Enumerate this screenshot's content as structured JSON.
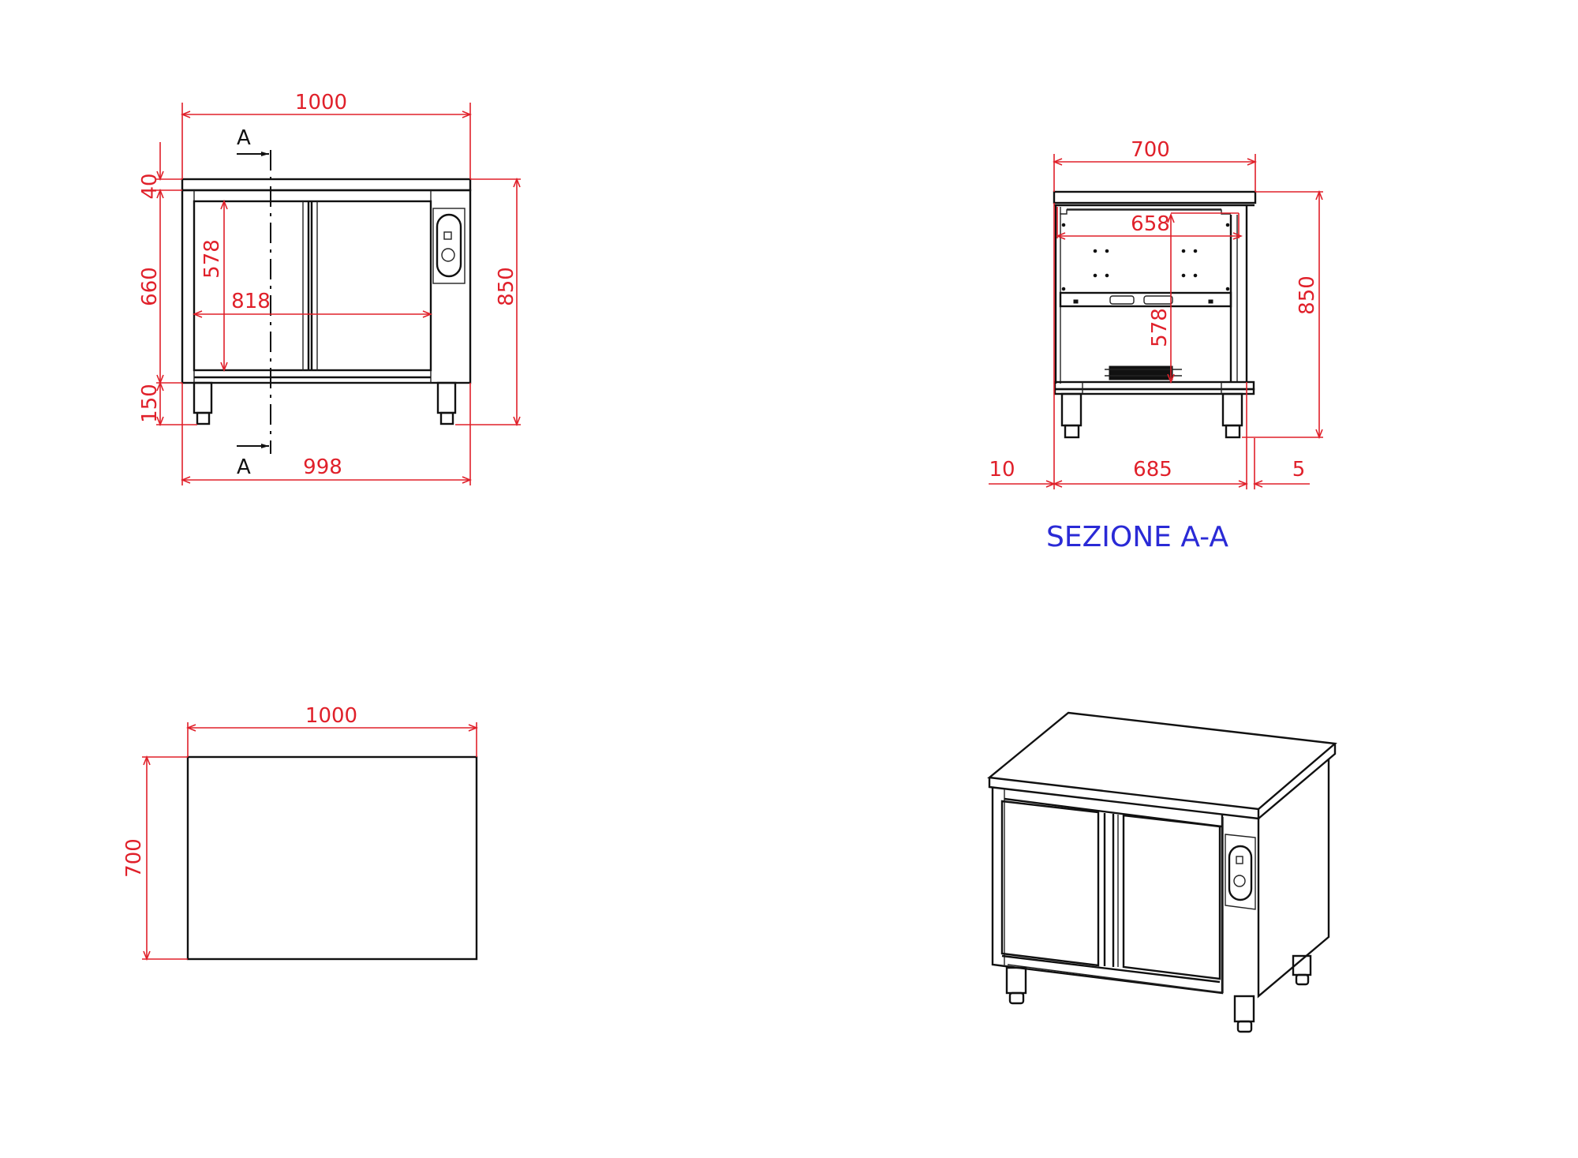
{
  "drawing": {
    "subject": "Hot cupboard cabinet with sliding doors",
    "colors": {
      "dimension": "#e0202a",
      "outline": "#111111",
      "section_title": "#2a2ad6",
      "background": "#ffffff"
    }
  },
  "front_view": {
    "overall_width": "1000",
    "base_width": "998",
    "top_thickness": "40",
    "body_height": "660",
    "leg_height": "150",
    "overall_height": "850",
    "door_opening_height": "578",
    "door_opening_width": "818",
    "section_marker_top": "A",
    "section_marker_bottom": "A"
  },
  "section_view": {
    "title": "SEZIONE A-A",
    "overall_depth": "700",
    "inner_depth": "658",
    "inner_height": "578",
    "overall_height": "850",
    "left_offset": "10",
    "base_depth": "685",
    "right_offset": "5"
  },
  "plan_view": {
    "width": "1000",
    "depth": "700"
  },
  "isometric_view": {
    "label": ""
  }
}
